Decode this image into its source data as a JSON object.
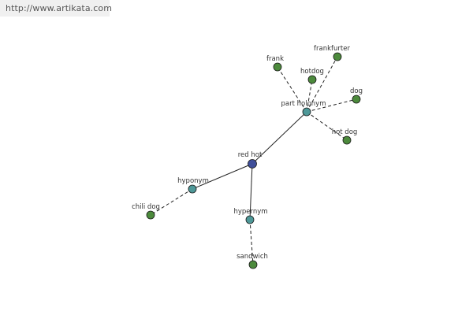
{
  "watermark": {
    "text": "http://www.artikata.com"
  },
  "graph": {
    "colors": {
      "root": "#3f4f9a",
      "relation": "#4e9898",
      "word": "#4c8a3c",
      "edge": "#222222"
    },
    "nodes": [
      {
        "id": "red-hot",
        "label": "red hot",
        "kind": "root"
      },
      {
        "id": "part-holonym",
        "label": "part holonym",
        "kind": "relation"
      },
      {
        "id": "hyponym",
        "label": "hyponym",
        "kind": "relation"
      },
      {
        "id": "hypernym",
        "label": "hypernym",
        "kind": "relation"
      },
      {
        "id": "frank",
        "label": "frank",
        "kind": "word"
      },
      {
        "id": "hotdog",
        "label": "hotdog",
        "kind": "word"
      },
      {
        "id": "frankfurter",
        "label": "frankfurter",
        "kind": "word"
      },
      {
        "id": "dog",
        "label": "dog",
        "kind": "word"
      },
      {
        "id": "hot-dog",
        "label": "hot dog",
        "kind": "word"
      },
      {
        "id": "chili-dog",
        "label": "chili dog",
        "kind": "word"
      },
      {
        "id": "sandwich",
        "label": "sandwich",
        "kind": "word"
      }
    ],
    "edges": [
      {
        "from": "red-hot",
        "to": "part-holonym",
        "style": "solid"
      },
      {
        "from": "red-hot",
        "to": "hyponym",
        "style": "solid"
      },
      {
        "from": "red-hot",
        "to": "hypernym",
        "style": "solid"
      },
      {
        "from": "part-holonym",
        "to": "frank",
        "style": "dashed"
      },
      {
        "from": "part-holonym",
        "to": "hotdog",
        "style": "dashed"
      },
      {
        "from": "part-holonym",
        "to": "frankfurter",
        "style": "dashed"
      },
      {
        "from": "part-holonym",
        "to": "dog",
        "style": "dashed"
      },
      {
        "from": "part-holonym",
        "to": "hot-dog",
        "style": "dashed"
      },
      {
        "from": "hyponym",
        "to": "chili-dog",
        "style": "dashed"
      },
      {
        "from": "hypernym",
        "to": "sandwich",
        "style": "dashed"
      }
    ]
  }
}
